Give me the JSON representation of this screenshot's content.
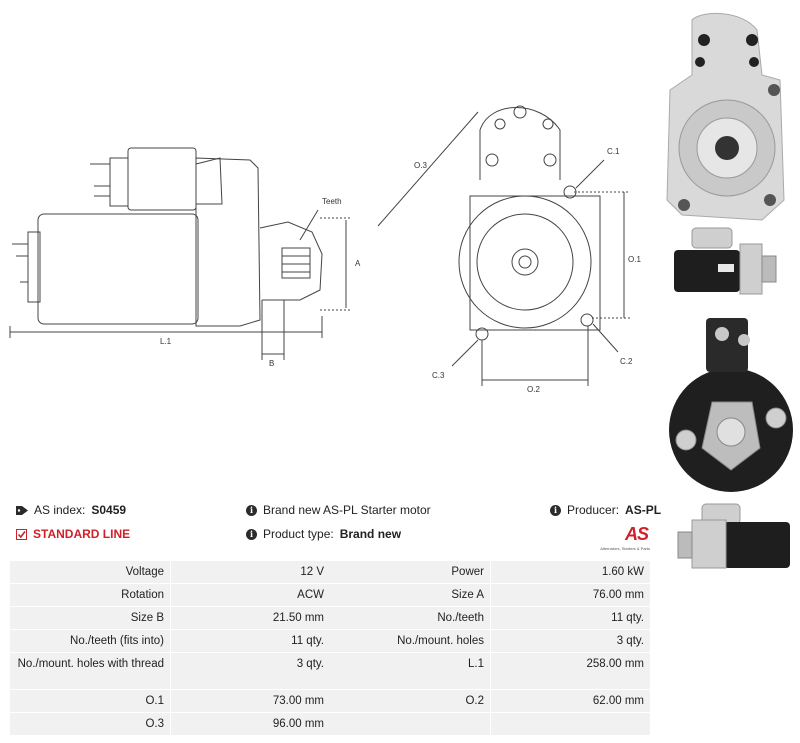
{
  "drawing": {
    "teeth_label": "Teeth",
    "a_label": "A",
    "b_label": "B",
    "l1_label": "L.1",
    "o3_label": "O.3",
    "c1_label": "C.1",
    "o1_label": "O.1",
    "c2_label": "C.2",
    "c3_label": "C.3",
    "o2_label": "O.2"
  },
  "info": {
    "as_index_label": "AS index:",
    "as_index_value": "S0459",
    "standard_line": "STANDARD LINE",
    "description": "Brand new AS-PL Starter motor",
    "product_type_label": "Product type:",
    "product_type_value": "Brand new",
    "producer_label": "Producer:",
    "producer_value": "AS-PL"
  },
  "logo": {
    "mark": "AS",
    "subtitle": "Alternators, Starters & Parts"
  },
  "specs": [
    {
      "l1": "Voltage",
      "v1": "12 V",
      "l2": "Power",
      "v2": "1.60 kW"
    },
    {
      "l1": "Rotation",
      "v1": "ACW",
      "l2": "Size A",
      "v2": "76.00 mm"
    },
    {
      "l1": "Size B",
      "v1": "21.50 mm",
      "l2": "No./teeth",
      "v2": "11 qty."
    },
    {
      "l1": "No./teeth (fits into)",
      "v1": "11 qty.",
      "l2": "No./mount. holes",
      "v2": "3 qty."
    },
    {
      "l1": "No./mount. holes with thread",
      "v1": "3 qty.",
      "l2": "L.1",
      "v2": "258.00 mm"
    },
    {
      "l1": "O.1",
      "v1": "73.00 mm",
      "l2": "O.2",
      "v2": "62.00 mm"
    },
    {
      "l1": "O.3",
      "v1": "96.00 mm",
      "l2": "",
      "v2": ""
    }
  ]
}
